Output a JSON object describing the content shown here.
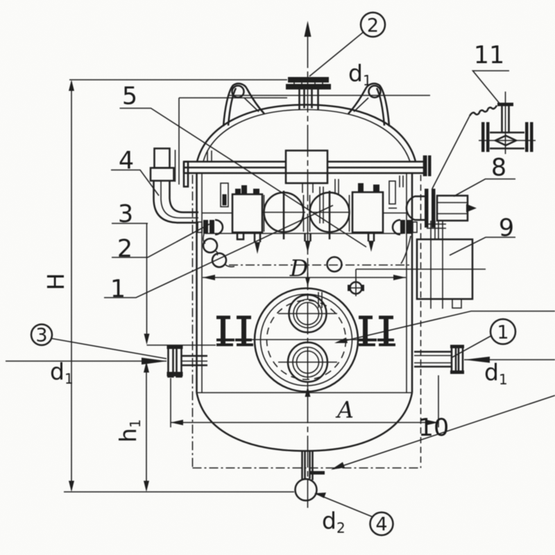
{
  "figure": {
    "type": "scanned technical drawing",
    "subject": "vertical pressure vessel / bag filter elevation with dimensions and part callouts",
    "background_color": "#fcfcfa",
    "ink_color": "#1b1b1b"
  },
  "part_callouts": {
    "p1": "1",
    "p2": "2",
    "p3": "3",
    "p4": "4",
    "p5": "5",
    "p8": "8",
    "p9": "9",
    "p10": "10",
    "p11": "11"
  },
  "nozzle_callouts": {
    "n1": "1",
    "n2": "2",
    "n3": "3",
    "n4": "4"
  },
  "dimensions": {
    "H": "H",
    "h_base": "h",
    "h_sub": "1",
    "D": "D",
    "A": "A",
    "d_base": "d",
    "d1_sub": "1",
    "d2_sub": "2"
  }
}
